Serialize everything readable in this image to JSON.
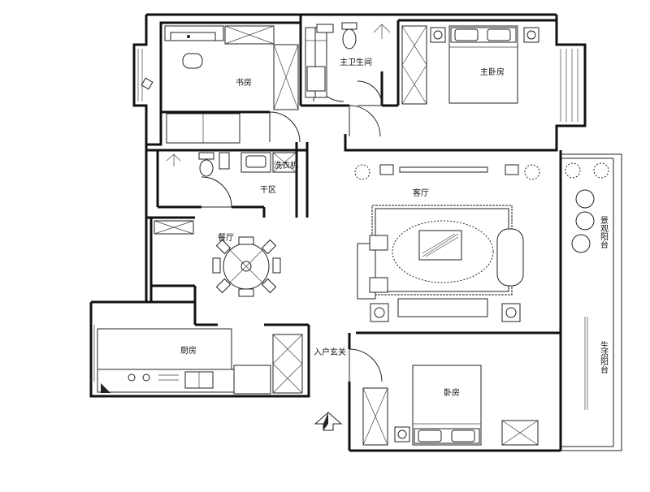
{
  "rooms": {
    "study": "书房",
    "master_bath": "主卫生间",
    "master_bedroom": "主卧房",
    "laundry": "洗衣机",
    "dry_zone": "干区",
    "living_room": "客厅",
    "dining_room": "餐厅",
    "kitchen": "厨房",
    "entrance": "入户玄关",
    "bedroom": "卧房",
    "view_balcony": "景观阳台",
    "utility_balcony": "生活阳台"
  },
  "icons": {
    "entry_arrow": "entry-arrow-icon",
    "plant": "plant-icon",
    "toilet": "toilet-icon",
    "sink": "sink-icon",
    "bed": "bed-icon",
    "sofa": "sofa-icon",
    "dining_table": "dining-table-icon",
    "door_swing": "door-swing-icon"
  },
  "colors": {
    "wall": "#111111",
    "line": "#222222",
    "background": "#ffffff"
  }
}
